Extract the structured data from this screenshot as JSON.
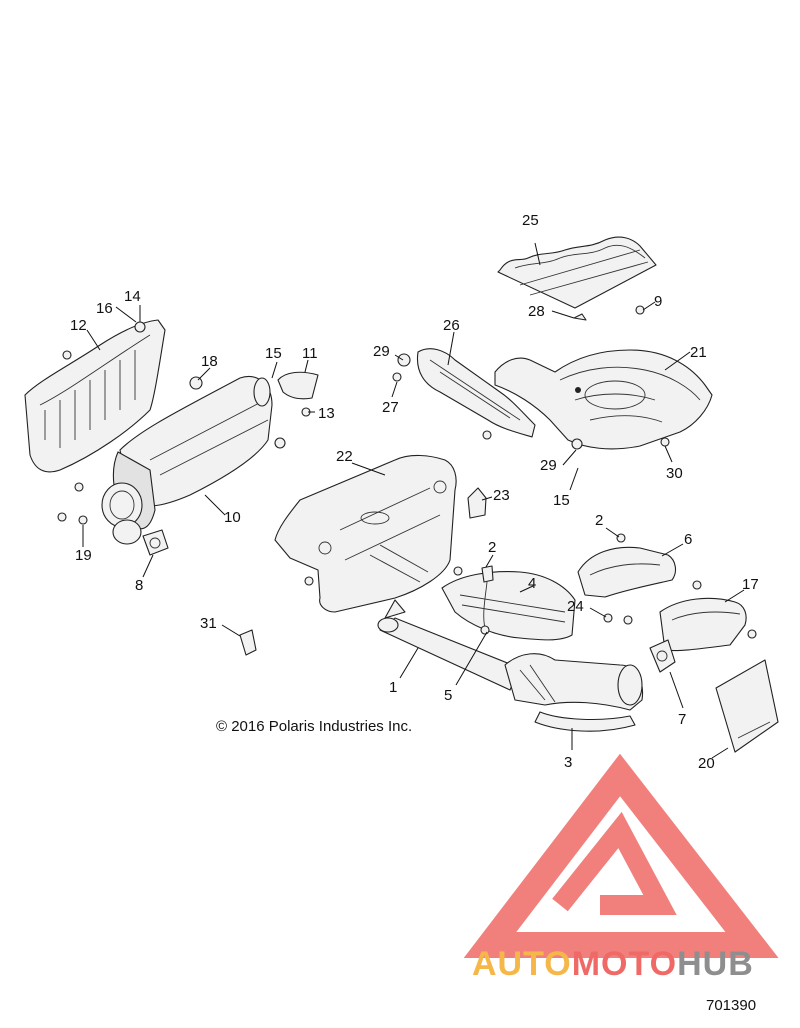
{
  "copyright": "© 2016 Polaris Industries Inc.",
  "figure_number": "701390",
  "watermark": {
    "text_part1": "AUTO",
    "text_part2": "MOTO",
    "text_part3": "HUB",
    "color_orange": "#f5b74a",
    "color_red": "#ef6a66",
    "color_gray": "#8e8e8e"
  },
  "callouts": {
    "c1": "1",
    "c2a": "2",
    "c2b": "2",
    "c3": "3",
    "c4": "4",
    "c5": "5",
    "c6": "6",
    "c7": "7",
    "c8": "8",
    "c9": "9",
    "c10": "10",
    "c11": "11",
    "c12": "12",
    "c13": "13",
    "c14": "14",
    "c15a": "15",
    "c15b": "15",
    "c16": "16",
    "c17": "17",
    "c18": "18",
    "c19": "19",
    "c20": "20",
    "c21": "21",
    "c22": "22",
    "c23": "23",
    "c24": "24",
    "c25": "25",
    "c26": "26",
    "c27": "27",
    "c28": "28",
    "c29a": "29",
    "c29b": "29",
    "c30": "30",
    "c31": "31"
  }
}
